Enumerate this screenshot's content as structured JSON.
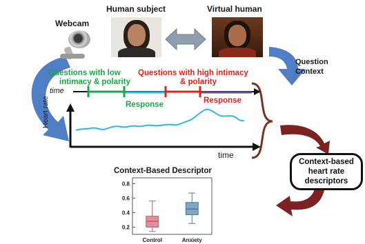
{
  "labels": {
    "webcam": "Webcam",
    "human_subject": "Human subject",
    "virtual_human": "Virtual human",
    "question_context": [
      "Question",
      "Context"
    ],
    "q_low": [
      "Questions with low",
      "intimacy & polarity"
    ],
    "q_high": [
      "Questions with high intimacy",
      "& polarity"
    ],
    "response_1": "Response",
    "response_2": "Response",
    "time_top": "time",
    "time_bottom": "time",
    "heart_rate": "Heart rate",
    "context_box": [
      "Context-based",
      "heart rate",
      "descriptors"
    ]
  },
  "colors": {
    "green": "#1aa64a",
    "red": "#e0201b",
    "cyan": "#30b4e2",
    "purple": "#6b4f8c",
    "dark_red_arrow": "#7d2222",
    "blue_arrow": "#4f7ec4",
    "gray_arrow": "#8f9daf",
    "brace": "#7a3322"
  },
  "chart_data": {
    "type": "box",
    "title": "Context-Based Descriptor",
    "categories": [
      "Control",
      "Anxiety"
    ],
    "ytick_labels": [
      "0.2",
      "0.4",
      "0.6",
      "0.8"
    ],
    "ylim": [
      0.1,
      0.88
    ],
    "boxes": [
      {
        "name": "Control",
        "whisker_low": 0.14,
        "q1": 0.2,
        "median": 0.28,
        "q3": 0.35,
        "whisker_high": 0.56,
        "color": "#e28f9b",
        "edge": "#c45a6c"
      },
      {
        "name": "Anxiety",
        "whisker_low": 0.25,
        "q1": 0.37,
        "median": 0.45,
        "q3": 0.54,
        "whisker_high": 0.67,
        "color": "#7fa6c6",
        "edge": "#4f789c"
      }
    ]
  }
}
